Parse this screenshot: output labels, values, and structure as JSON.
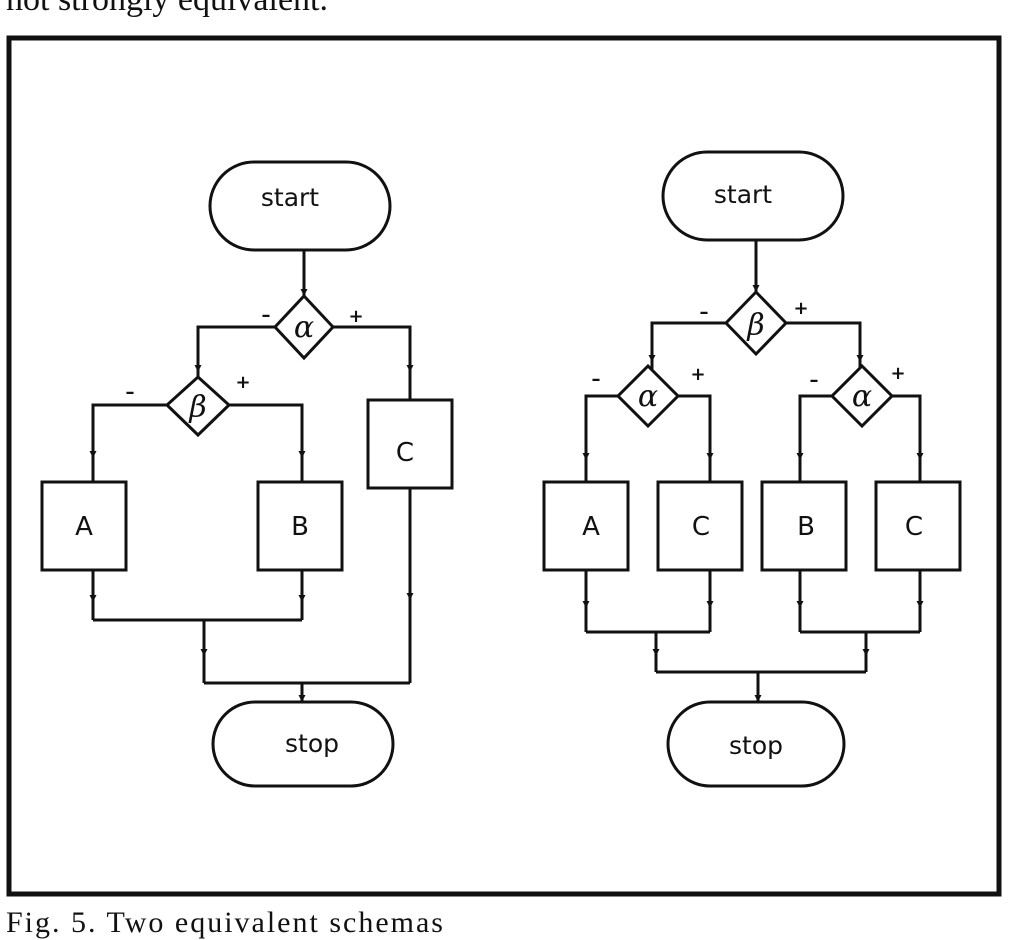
{
  "page": {
    "top_text": "not strongly equivalent.",
    "bottom_text": "Fig. 5. Two equivalent schemas"
  },
  "left_schema": {
    "start": "start",
    "stop": "stop",
    "decision_1": "α",
    "decision_2": "β",
    "box_a": "A",
    "box_b": "B",
    "box_c": "C",
    "minus": "–",
    "plus": "+"
  },
  "right_schema": {
    "start": "start",
    "stop": "stop",
    "decision_top": "β",
    "decision_left": "α",
    "decision_right": "α",
    "box_a": "A",
    "box_c1": "C",
    "box_b": "B",
    "box_c2": "C",
    "minus": "–",
    "plus": "+"
  }
}
